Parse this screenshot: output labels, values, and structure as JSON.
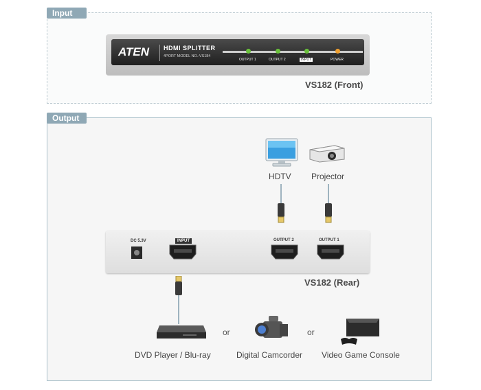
{
  "sections": {
    "input_label": "Input",
    "output_label": "Output"
  },
  "front_device": {
    "brand": "ATEN",
    "title": "HDMI SPLITTER",
    "subtitle": "4PORT MODEL NO.:VS184",
    "leds": [
      {
        "label": "OUTPUT 1",
        "color": "#6ac23b"
      },
      {
        "label": "OUTPUT 2",
        "color": "#6ac23b"
      },
      {
        "label": "INPUT",
        "color": "#6ac23b"
      },
      {
        "label": "POWER",
        "color": "#f0a030"
      }
    ],
    "caption": "VS182 (Front)"
  },
  "rear_device": {
    "power_label": "DC 5.3V",
    "input_port_label": "INPUT",
    "output2_label": "OUTPUT 2",
    "output1_label": "OUTPUT 1",
    "caption": "VS182 (Rear)"
  },
  "displays": [
    {
      "label": "HDTV",
      "icon": "hdtv-icon"
    },
    {
      "label": "Projector",
      "icon": "projector-icon"
    }
  ],
  "sources": [
    {
      "label": "DVD Player / Blu-ray",
      "icon": "dvd-player-icon"
    },
    {
      "label": "Digital Camcorder",
      "icon": "camcorder-icon"
    },
    {
      "label": "Video Game Console",
      "icon": "game-console-icon"
    }
  ],
  "connectors": {
    "or_1": "or",
    "or_2": "or"
  },
  "colors": {
    "section_tag": "#8fa8b5",
    "section_border": "#a8bfc9",
    "led_green": "#6ac23b",
    "led_orange": "#f0a030"
  }
}
